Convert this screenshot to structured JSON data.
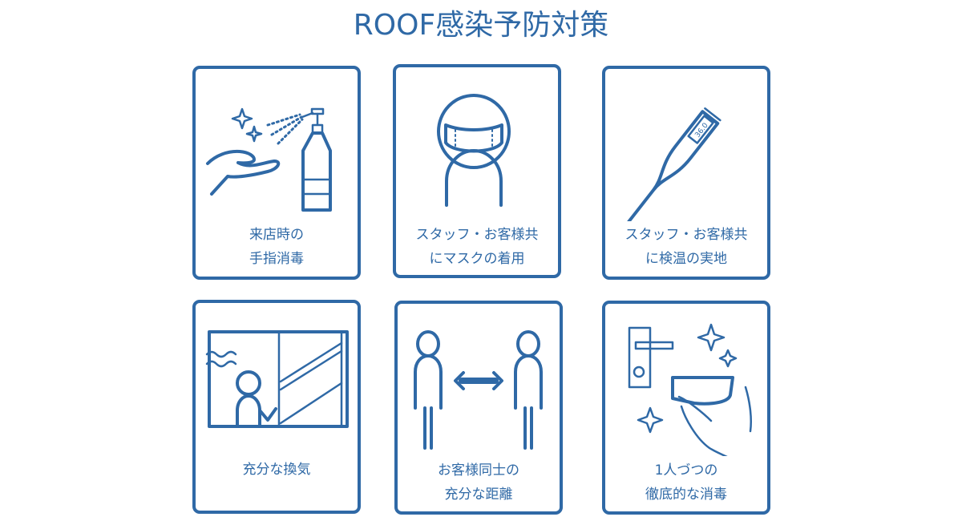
{
  "title": "ROOF感染予防対策",
  "accent_color": "#2f69a6",
  "cards": [
    {
      "icon": "hand-sanitizer-icon",
      "lines": [
        "来店時の",
        "手指消毒"
      ]
    },
    {
      "icon": "person-with-mask-icon",
      "lines": [
        "スタッフ・お客様共",
        "にマスクの着用"
      ]
    },
    {
      "icon": "thermometer-icon",
      "lines": [
        "スタッフ・お客様共",
        "に検温の実地"
      ],
      "thermometer_reading": "36.0"
    },
    {
      "icon": "window-ventilation-icon",
      "lines": [
        "充分な換気"
      ]
    },
    {
      "icon": "social-distance-icon",
      "lines": [
        "お客様同士の",
        "充分な距離"
      ]
    },
    {
      "icon": "disinfect-doorhandle-icon",
      "lines": [
        "1人づつの",
        "徹底的な消毒"
      ]
    }
  ]
}
